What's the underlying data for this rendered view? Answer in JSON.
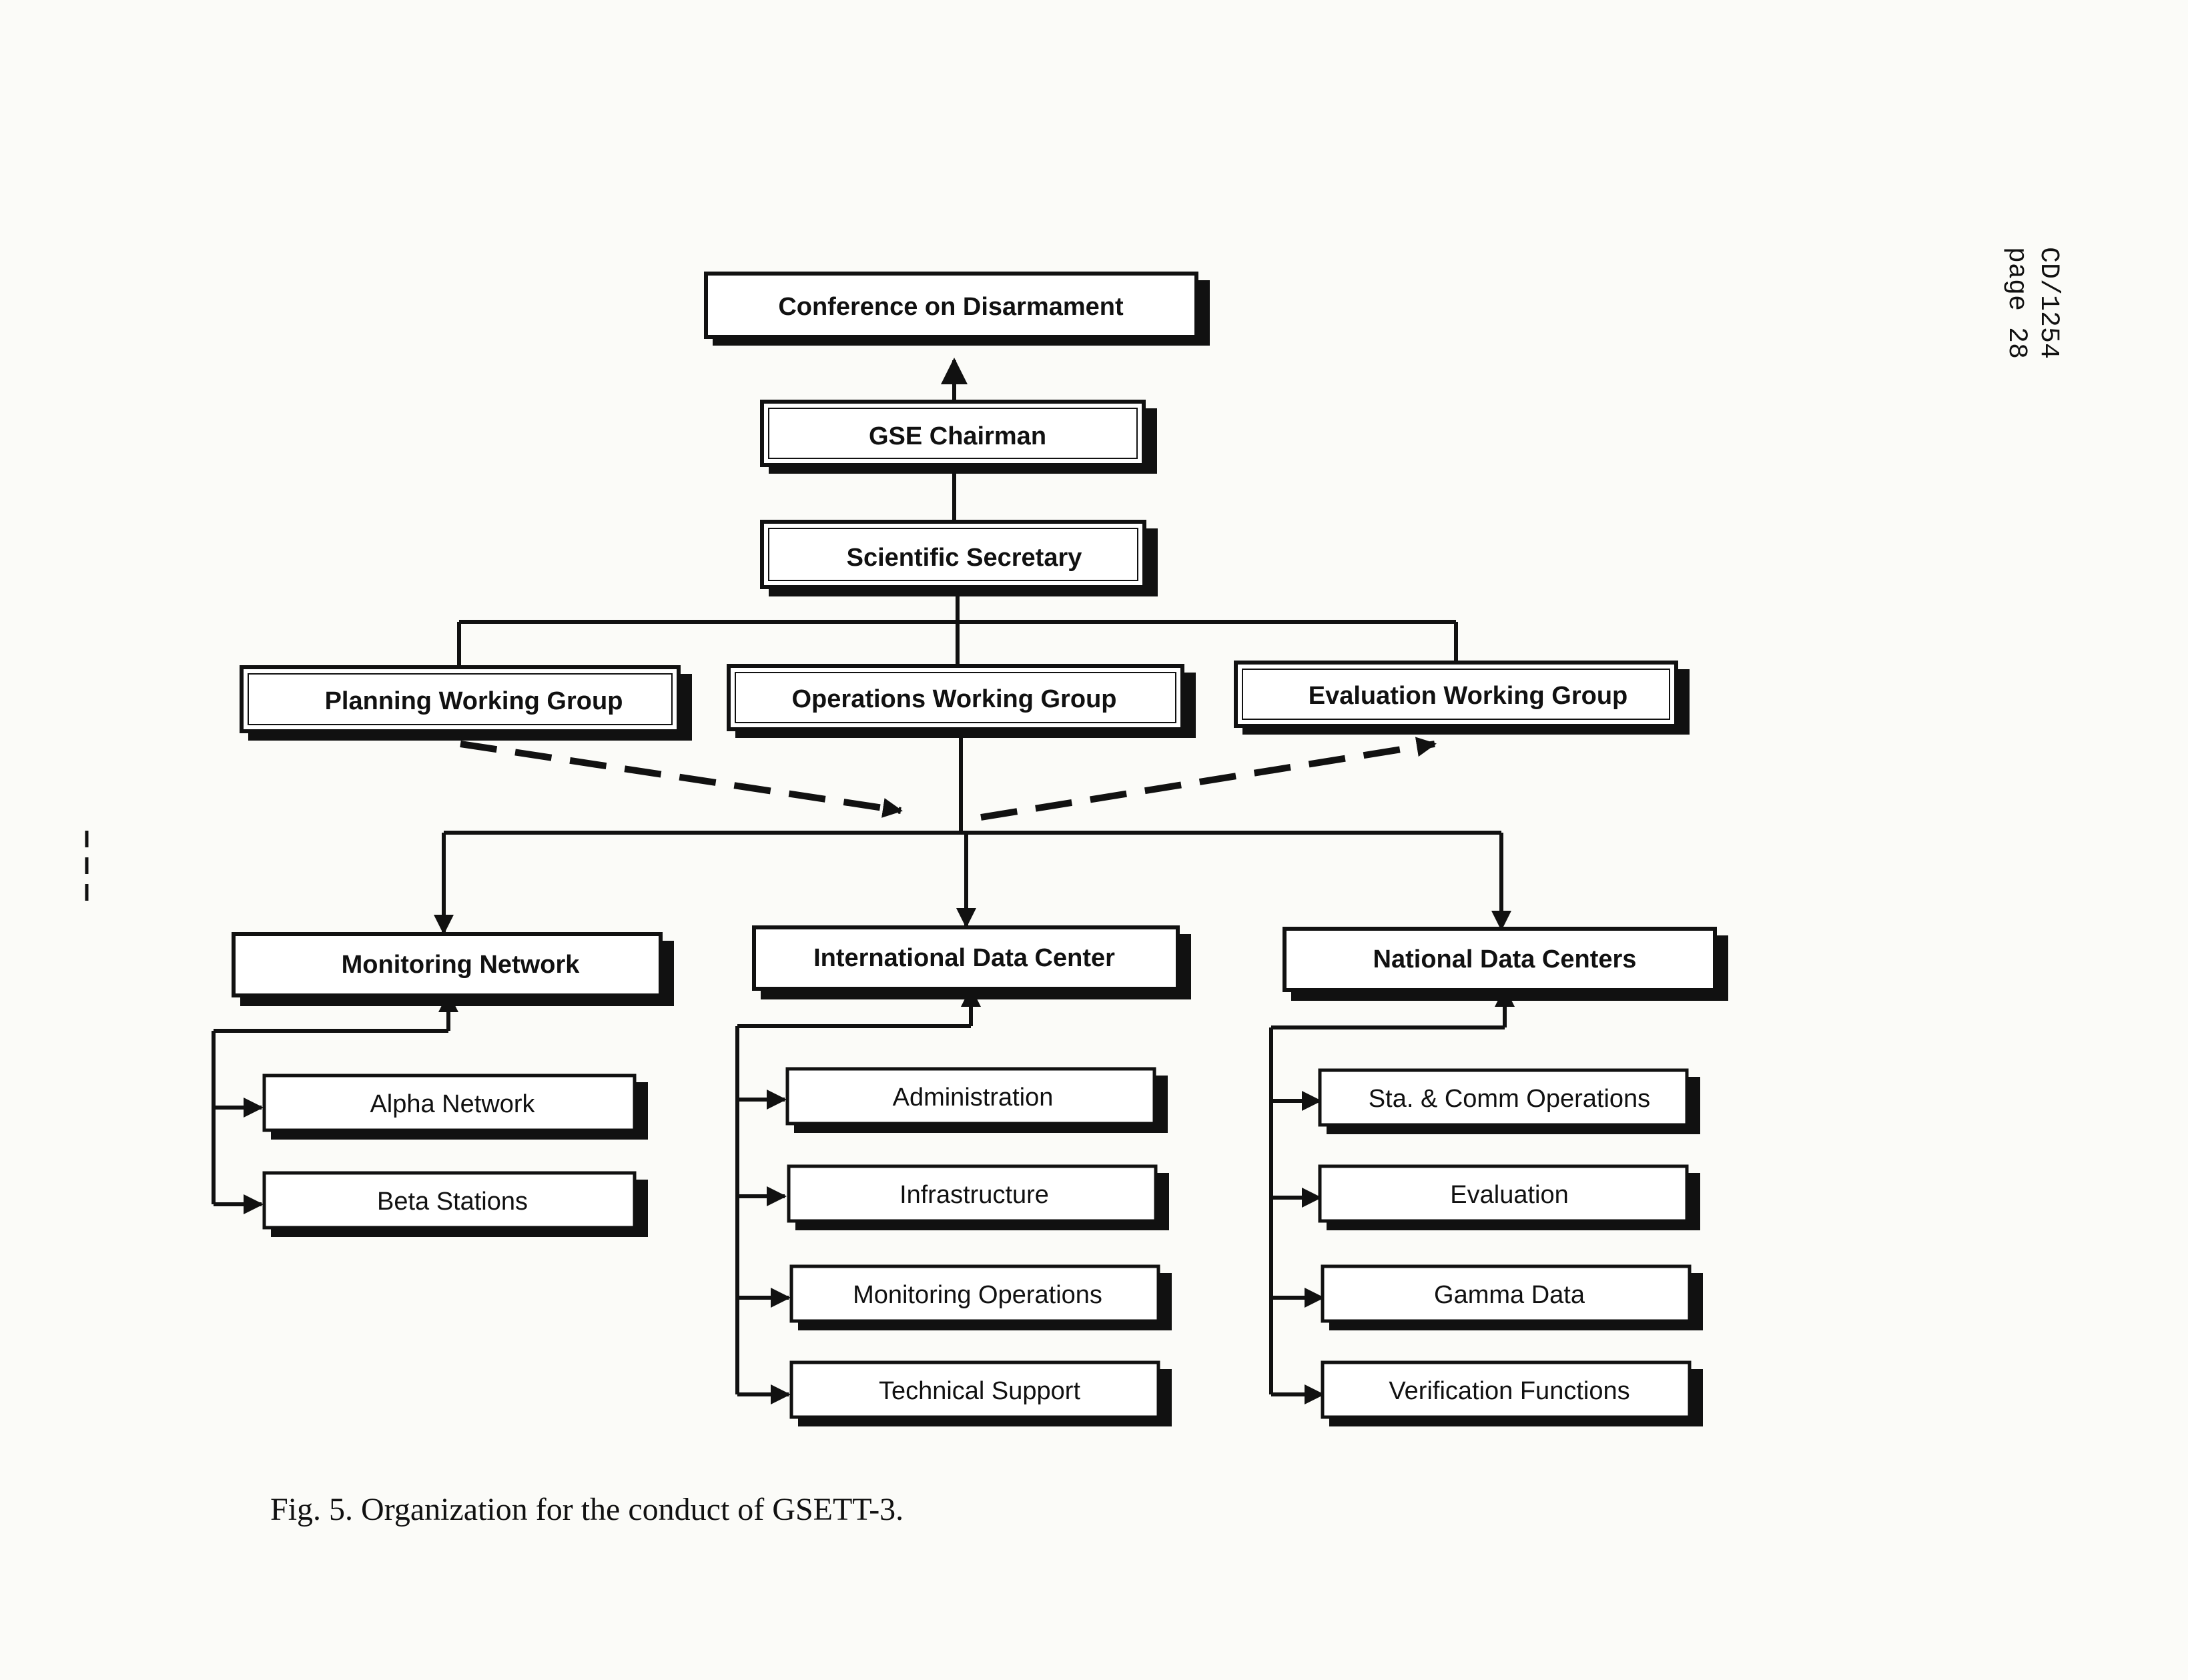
{
  "doc_ref": {
    "code": "CD/1254",
    "page": "page 28"
  },
  "nodes": {
    "cd": "Conference on Disarmament",
    "chairman": "GSE Chairman",
    "secretary": "Scientific Secretary",
    "planning": "Planning Working Group",
    "operations": "Operations Working Group",
    "evaluation": "Evaluation Working Group",
    "monitoring_network": "Monitoring Network",
    "idc": "International Data Center",
    "ndc": "National Data Centers"
  },
  "monitoring_network_children": [
    "Alpha Network",
    "Beta Stations"
  ],
  "idc_children": [
    "Administration",
    "Infrastructure",
    "Monitoring Operations",
    "Technical Support"
  ],
  "ndc_children": [
    "Sta. & Comm Operations",
    "Evaluation",
    "Gamma Data",
    "Verification Functions"
  ],
  "caption": "Fig. 5. Organization for the conduct of GSETT-3.",
  "colors": {
    "ink": "#111111",
    "paper": "#fbfbf8"
  }
}
